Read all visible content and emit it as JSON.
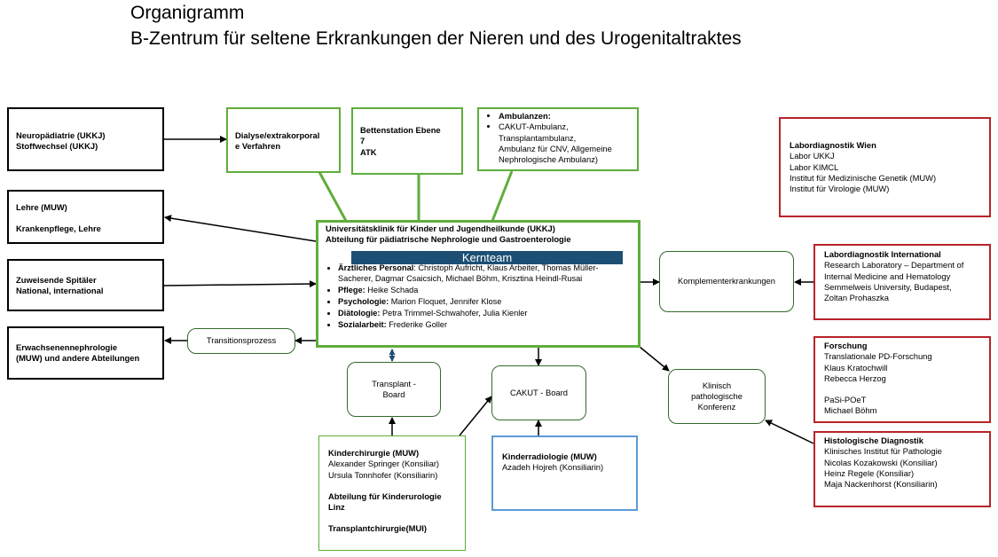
{
  "title": {
    "line1": "Organigramm",
    "line2": "B-Zentrum für seltene Erkrankungen der Nieren und des Urogenitaltraktes"
  },
  "left_boxes": {
    "neuro": {
      "line1": "Neuropädiatrie (UKKJ)",
      "line2": "Stoffwechsel (UKKJ)"
    },
    "lehre": {
      "line1": "Lehre (MUW)",
      "line2": "Krankenpflege, Lehre"
    },
    "spitaeler": {
      "line1": "Zuweisende Spitäler",
      "line2": "National, international"
    },
    "erwachsenen": {
      "line1": "Erwachsenennephrologie",
      "line2": "(MUW) und andere Abteilungen"
    }
  },
  "top_boxes": {
    "dialyse": {
      "line1": "Dialyse/extrakorporal",
      "line2": "e Verfahren"
    },
    "betten": {
      "line1": "Bettenstation Ebene",
      "line2": "7",
      "line3": "ATK"
    },
    "ambulanzen": {
      "heading": "Ambulanzen:",
      "items": [
        "CAKUT-Ambulanz,",
        "Transplantambulanz,",
        "Ambulanz für CNV, Allgemeine",
        "Nephrologische Ambulanz)"
      ]
    }
  },
  "center": {
    "line1": "Universitätsklinik für Kinder und Jugendheilkunde (UKKJ)",
    "line2": "Abteilung für pädiatrische Nephrologie und Gastroenterologie",
    "kernteam": "Kernteam",
    "staff": [
      {
        "label": "Ärztliches Personal",
        "text": ": Christoph Aufricht, Klaus Arbeiter, Thomas Müller-Sacherer, Dagmar Csaicsich, Michael Böhm, Krisztina Heindl-Rusai"
      },
      {
        "label": "Pflege:",
        "text": " Heike Schada"
      },
      {
        "label": "Psychologie:",
        "text": " Marion Floquet, Jennifer Klose"
      },
      {
        "label": "Diätologie:",
        "text": " Petra Trimmel-Schwahofer, Julia Kienler"
      },
      {
        "label": "Sozialarbeit:",
        "text": " Frederike Goller"
      }
    ]
  },
  "rounded_boxes": {
    "transition": "Transitionsprozess",
    "transplant": {
      "line1": "Transplant -",
      "line2": "Board"
    },
    "cakut": "CAKUT - Board",
    "komplementer": "Komplementerkrankungen",
    "konferenz": {
      "line1": "Klinisch",
      "line2": "pathologische",
      "line3": "Konferenz"
    }
  },
  "bottom_boxes": {
    "kinderchirurgie": {
      "heading": "Kinderchirurgie (MUW)",
      "line1": "Alexander Springer (Konsiliar)",
      "line2": "Ursula Tonnhofer (Konsiliarin)",
      "heading2_line1": "Abteilung  für Kinderurologie",
      "heading2_line2": "Linz",
      "heading3": "Transplantchirurgie(MUI)"
    },
    "kinderradiologie": {
      "heading": "Kinderradiologie (MUW)",
      "line1": "Azadeh Hojreh (Konsiliarin)"
    }
  },
  "right_boxes": {
    "labor_wien": {
      "heading": "Labordiagnostik Wien",
      "lines": [
        "Labor UKKJ",
        "Labor KIMCL",
        "Institut für Medizinische Genetik (MUW)",
        "Institut für Virologie (MUW)"
      ]
    },
    "labor_int": {
      "heading": "Labordiagnostik International",
      "lines": [
        "Research Laboratory – Department of",
        "Internal Medicine and Hematology",
        "Semmelweis University, Budapest,",
        "Zoltan Prohaszka"
      ]
    },
    "forschung": {
      "heading": "Forschung",
      "lines": [
        "Translationale PD-Forschung",
        "Klaus Kratochwill",
        "Rebecca Herzog"
      ],
      "lines2": [
        "PaSi-POeT",
        "Michael Böhm"
      ]
    },
    "histo": {
      "heading": "Histologische Diagnostik",
      "lines": [
        "Klinisches Institut für Pathologie",
        "Nicolas Kozakowski (Konsiliar)",
        "Heinz Regele (Konsiliar)",
        "Maja Nackenhorst (Konsiliarin)"
      ]
    }
  },
  "colors": {
    "green_border": "#5fad3c",
    "red_border": "#b8232a",
    "blue_border": "#5b9bd5",
    "kernteam_bg": "#1d4f74",
    "rounded_border": "#336a2c"
  }
}
